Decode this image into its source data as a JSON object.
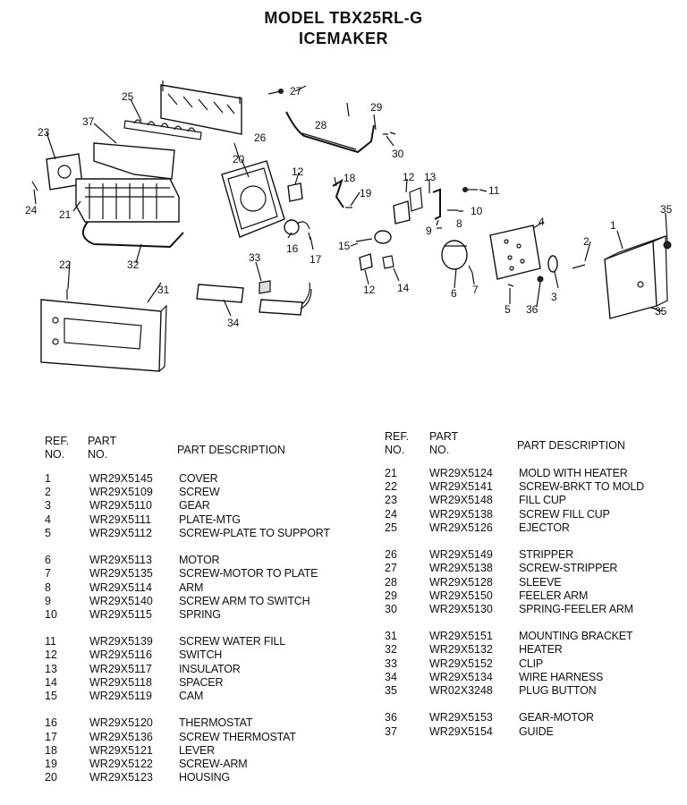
{
  "title_line1": "MODEL TBX25RL-G",
  "title_line2": "ICEMAKER",
  "headers": {
    "ref_line1": "REF.",
    "ref_line2": "NO.",
    "part_line1": "PART",
    "part_line2": "NO.",
    "desc": "PART DESCRIPTION"
  },
  "diagram_labels": [
    "1",
    "2",
    "3",
    "4",
    "5",
    "6",
    "7",
    "8",
    "9",
    "10",
    "11",
    "12",
    "12",
    "12",
    "13",
    "14",
    "15",
    "16",
    "17",
    "18",
    "19",
    "20",
    "21",
    "22",
    "23",
    "24",
    "25",
    "26",
    "27",
    "28",
    "29",
    "30",
    "31",
    "32",
    "33",
    "34",
    "35",
    "35",
    "36",
    "37"
  ],
  "left_groups": [
    [
      {
        "ref": "1",
        "part": "WR29X5145",
        "desc": "COVER"
      },
      {
        "ref": "2",
        "part": "WR29X5109",
        "desc": "SCREW"
      },
      {
        "ref": "3",
        "part": "WR29X5110",
        "desc": "GEAR"
      },
      {
        "ref": "4",
        "part": "WR29X5111",
        "desc": "PLATE-MTG"
      },
      {
        "ref": "5",
        "part": "WR29X5112",
        "desc": "SCREW-PLATE TO SUPPORT"
      }
    ],
    [
      {
        "ref": "6",
        "part": "WR29X5113",
        "desc": "MOTOR"
      },
      {
        "ref": "7",
        "part": "WR29X5135",
        "desc": "SCREW-MOTOR TO PLATE"
      },
      {
        "ref": "8",
        "part": "WR29X5114",
        "desc": "ARM"
      },
      {
        "ref": "9",
        "part": "WR29X5140",
        "desc": "SCREW ARM TO SWITCH"
      },
      {
        "ref": "10",
        "part": "WR29X5115",
        "desc": "SPRING"
      }
    ],
    [
      {
        "ref": "11",
        "part": "WR29X5139",
        "desc": "SCREW WATER FILL"
      },
      {
        "ref": "12",
        "part": "WR29X5116",
        "desc": "SWITCH"
      },
      {
        "ref": "13",
        "part": "WR29X5117",
        "desc": "INSULATOR"
      },
      {
        "ref": "14",
        "part": "WR29X5118",
        "desc": "SPACER"
      },
      {
        "ref": "15",
        "part": "WR29X5119",
        "desc": "CAM"
      }
    ],
    [
      {
        "ref": "16",
        "part": "WR29X5120",
        "desc": "THERMOSTAT"
      },
      {
        "ref": "17",
        "part": "WR29X5136",
        "desc": "SCREW THERMOSTAT"
      },
      {
        "ref": "18",
        "part": "WR29X5121",
        "desc": "LEVER"
      },
      {
        "ref": "19",
        "part": "WR29X5122",
        "desc": "SCREW-ARM"
      },
      {
        "ref": "20",
        "part": "WR29X5123",
        "desc": "HOUSING"
      }
    ]
  ],
  "right_groups": [
    [
      {
        "ref": "21",
        "part": "WR29X5124",
        "desc": "MOLD WITH HEATER"
      },
      {
        "ref": "22",
        "part": "WR29X5141",
        "desc": "SCREW-BRKT TO MOLD"
      },
      {
        "ref": "23",
        "part": "WR29X5148",
        "desc": "FILL CUP"
      },
      {
        "ref": "24",
        "part": "WR29X5138",
        "desc": "SCREW FILL CUP"
      },
      {
        "ref": "25",
        "part": "WR29X5126",
        "desc": "EJECTOR"
      }
    ],
    [
      {
        "ref": "26",
        "part": "WR29X5149",
        "desc": "STRIPPER"
      },
      {
        "ref": "27",
        "part": "WR29X5138",
        "desc": "SCREW-STRIPPER"
      },
      {
        "ref": "28",
        "part": "WR29X5128",
        "desc": "SLEEVE"
      },
      {
        "ref": "29",
        "part": "WR29X5150",
        "desc": "FEELER ARM"
      },
      {
        "ref": "30",
        "part": "WR29X5130",
        "desc": "SPRING-FEELER ARM"
      }
    ],
    [
      {
        "ref": "31",
        "part": "WR29X5151",
        "desc": "MOUNTING BRACKET"
      },
      {
        "ref": "32",
        "part": "WR29X5132",
        "desc": "HEATER"
      },
      {
        "ref": "33",
        "part": "WR29X5152",
        "desc": "CLIP"
      },
      {
        "ref": "34",
        "part": "WR29X5134",
        "desc": "WIRE HARNESS"
      },
      {
        "ref": "35",
        "part": "WR02X3248",
        "desc": "PLUG BUTTON"
      }
    ],
    [
      {
        "ref": "36",
        "part": "WR29X5153",
        "desc": "GEAR-MOTOR"
      },
      {
        "ref": "37",
        "part": "WR29X5154",
        "desc": "GUIDE"
      }
    ]
  ]
}
